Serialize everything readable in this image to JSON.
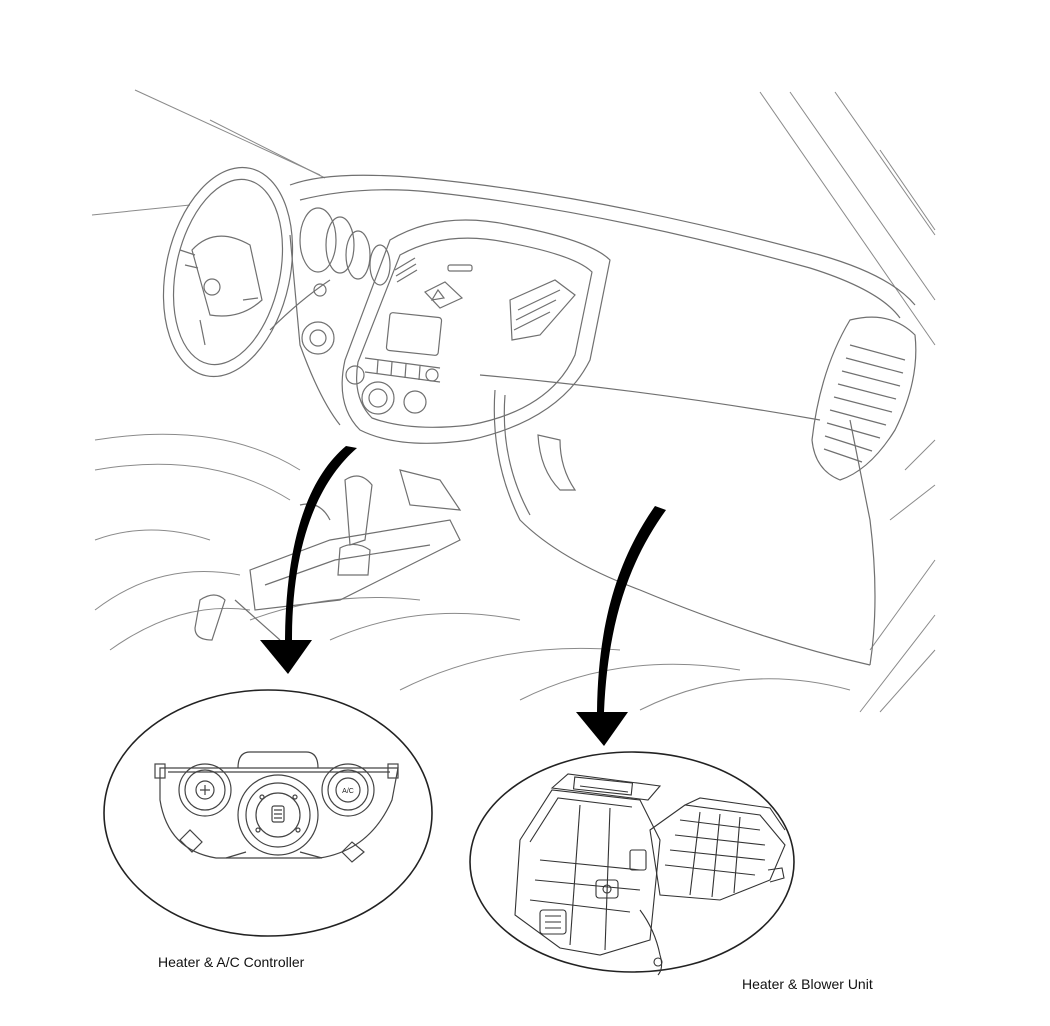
{
  "labels": {
    "controller": "Heater & A/C Controller",
    "blower": "Heater & Blower Unit"
  },
  "controller_panel": {
    "ac_button": "A/C"
  },
  "colors": {
    "line": "#6f6f6f",
    "ink": "#111111",
    "arrow": "#000000",
    "background": "#ffffff"
  }
}
